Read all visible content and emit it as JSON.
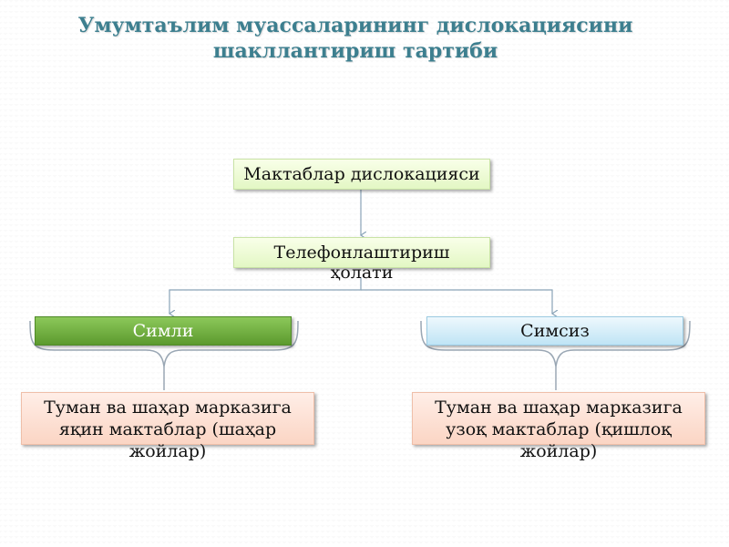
{
  "title": {
    "line1": "Умумтаълим муассаларининг дислокациясини",
    "line2": "шакллантириш тартиби"
  },
  "nodes": {
    "root": "Мактаблар дислокацияси",
    "criterion": {
      "line1": "Телефонлаштириш",
      "line2": "ҳолати"
    },
    "left_category": "Симли",
    "right_category": "Симсиз",
    "left_leaf": {
      "line1": "Туман ва шаҳар марказига",
      "line2": "яқин мактаблар (шаҳар",
      "line3": "жойлар)"
    },
    "right_leaf": {
      "line1": "Туман ва шаҳар марказига",
      "line2": "узоқ мактаблар (қишлоқ",
      "line3": "жойлар)"
    }
  },
  "colors": {
    "title": "#3d7f8f",
    "connector": "#8aa4b8",
    "green_box": "#e3f7c4",
    "dark_green_box": "#5c9a2e",
    "blue_box": "#bfe4f5",
    "peach_box": "#fbd5c4"
  }
}
